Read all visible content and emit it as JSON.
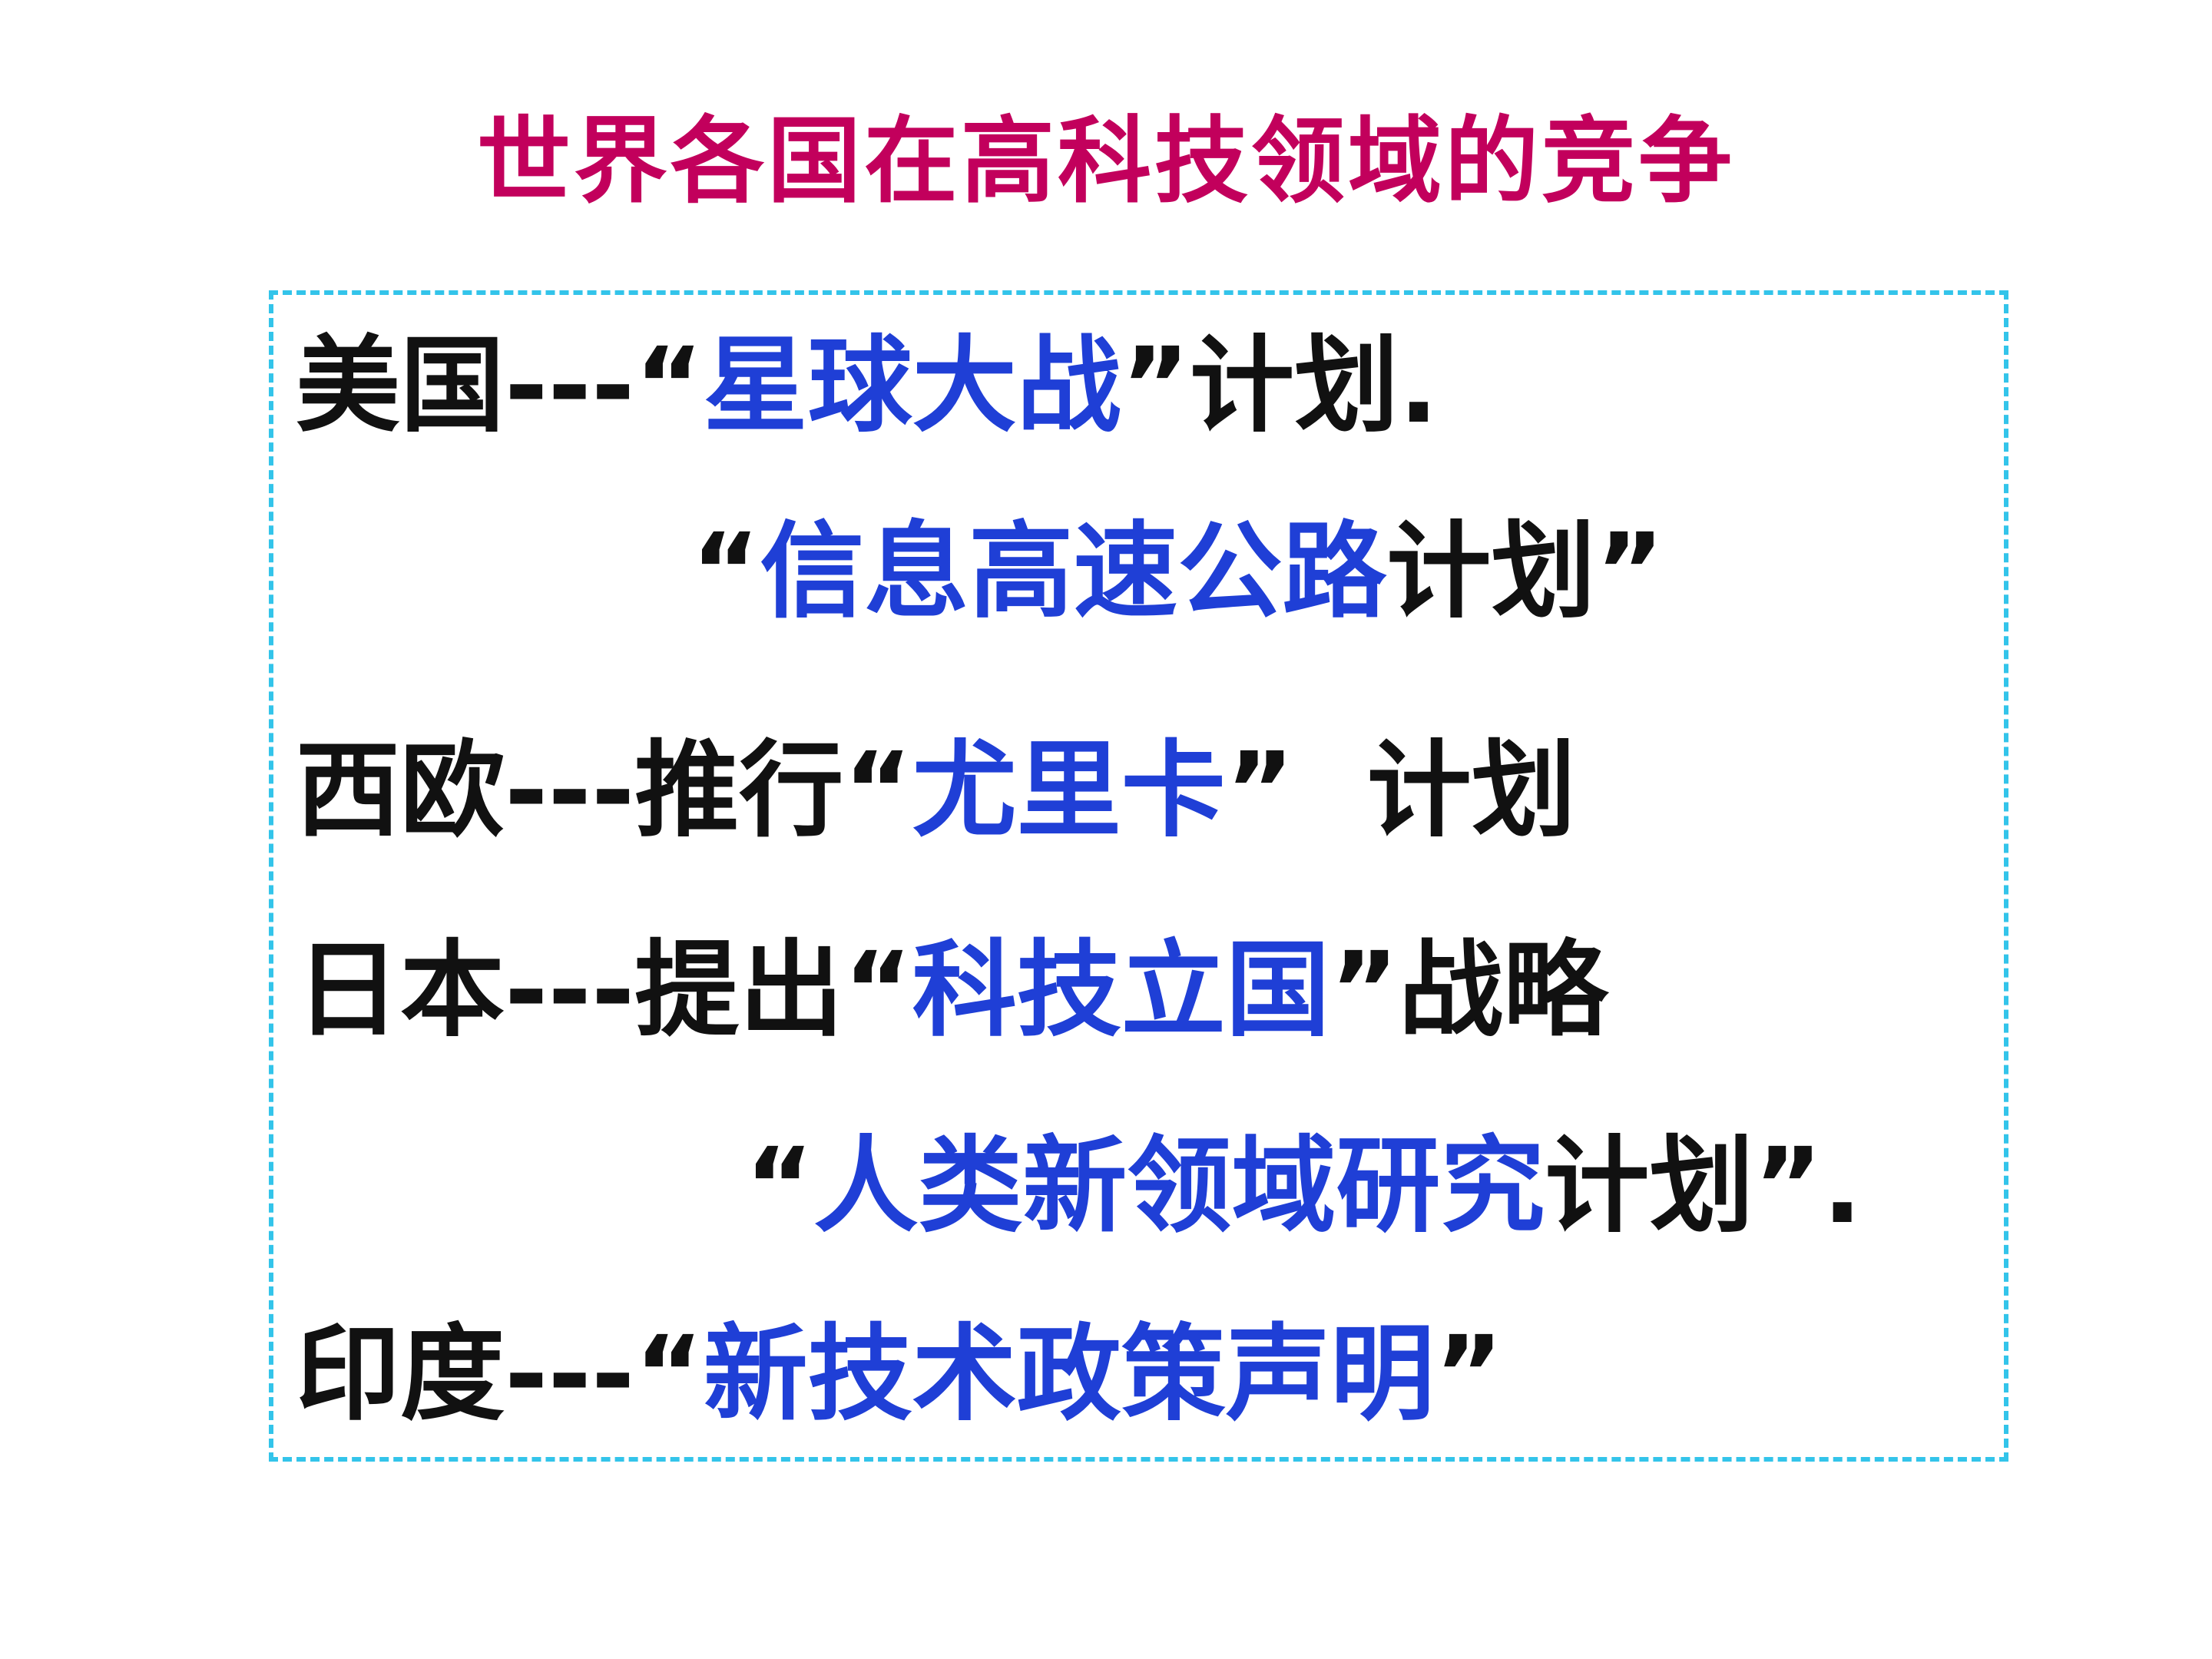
{
  "slide": {
    "title": "世界各国在高科技领域的竞争",
    "colors": {
      "title": "#c2005c",
      "text": "#111111",
      "highlight": "#1f3fd6",
      "box_border": "#33c4ea"
    },
    "lines": [
      {
        "segments": [
          {
            "text": "美国---“",
            "style": "text"
          },
          {
            "text": "星球大战",
            "style": "highlight"
          },
          {
            "text": "”计划.",
            "style": "text"
          }
        ]
      },
      {
        "segments": [
          {
            "text": "“",
            "style": "text"
          },
          {
            "text": "信息高速公路",
            "style": "highlight"
          },
          {
            "text": "计划”",
            "style": "text"
          }
        ]
      },
      {
        "segments": [
          {
            "text": "西欧---推行“",
            "style": "text"
          },
          {
            "text": "尤里卡",
            "style": "highlight"
          },
          {
            "text": "”  计划",
            "style": "text"
          }
        ]
      },
      {
        "segments": [
          {
            "text": "日本---提出“",
            "style": "text"
          },
          {
            "text": "科技立国",
            "style": "highlight"
          },
          {
            "text": "”战略",
            "style": "text"
          }
        ]
      },
      {
        "segments": [
          {
            "text": "“",
            "style": "text"
          },
          {
            "text": "人类新领域研究",
            "style": "highlight"
          },
          {
            "text": "计划”.",
            "style": "text"
          }
        ]
      },
      {
        "segments": [
          {
            "text": "印度---“",
            "style": "text"
          },
          {
            "text": "新技术政策声明",
            "style": "highlight"
          },
          {
            "text": "”",
            "style": "text"
          }
        ]
      }
    ]
  }
}
